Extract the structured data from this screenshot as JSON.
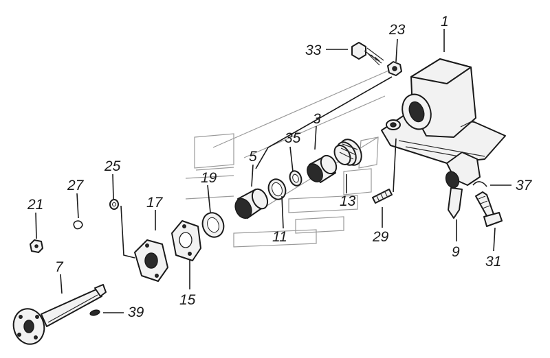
{
  "diagram": {
    "callouts": {
      "c1": "1",
      "c3": "3",
      "c5": "5",
      "c7": "7",
      "c9": "9",
      "c11": "11",
      "c13": "13",
      "c15": "15",
      "c17": "17",
      "c19": "19",
      "c21": "21",
      "c23": "23",
      "c25": "25",
      "c27": "27",
      "c29": "29",
      "c31": "31",
      "c33": "33",
      "c35": "35",
      "c37": "37",
      "c39": "39"
    }
  }
}
